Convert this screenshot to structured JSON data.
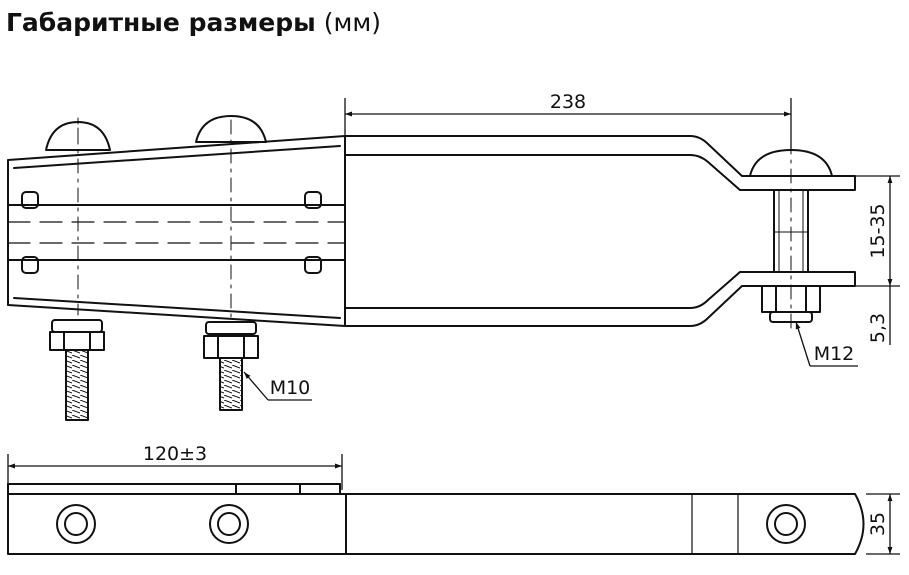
{
  "header": {
    "title": "Габаритные размеры",
    "unit": "(мм)"
  },
  "dimensions": {
    "length": "238",
    "gap": "15-35",
    "thickness": "5,3",
    "bolt_large": "M12",
    "bolt_small": "M10",
    "clamp_length": "120±3",
    "width": "35"
  }
}
